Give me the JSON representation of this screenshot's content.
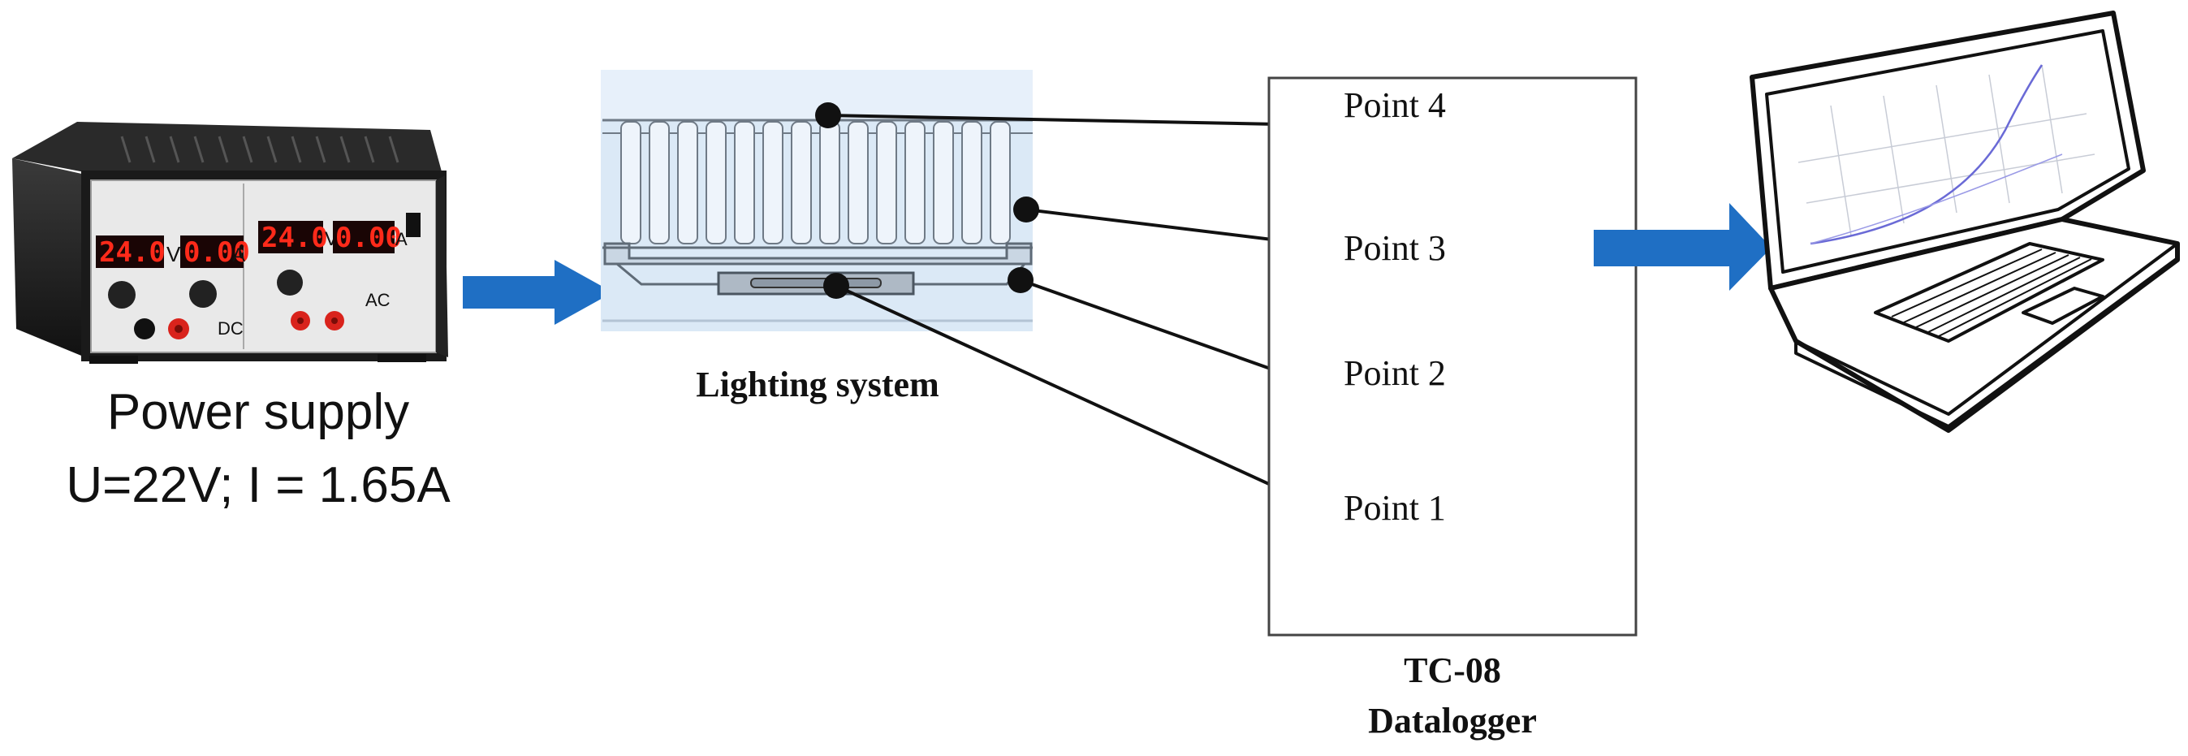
{
  "power_supply": {
    "title": "Power supply",
    "spec": "U=22V; I = 1.65A",
    "dc_voltage": "24.0",
    "dc_current": "0.00",
    "ac_voltage": "24.0",
    "ac_current": "0.00",
    "unit_v": "V",
    "unit_a": "A",
    "dc_label": "DC",
    "ac_label": "AC"
  },
  "lighting": {
    "label": "Lighting system"
  },
  "datalogger": {
    "points": [
      "Point 4",
      "Point 3",
      "Point 2",
      "Point 1"
    ],
    "label_line1": "TC-08",
    "label_line2": "Datalogger"
  },
  "colors": {
    "flow_arrow": "#1f6fc4",
    "device_body": "#1c1c1c",
    "display_text": "#ff2a1a",
    "lighting_bg": "#dbe9f6"
  },
  "icons": [
    "power-supply-icon",
    "lighting-system-icon",
    "laptop-icon"
  ]
}
